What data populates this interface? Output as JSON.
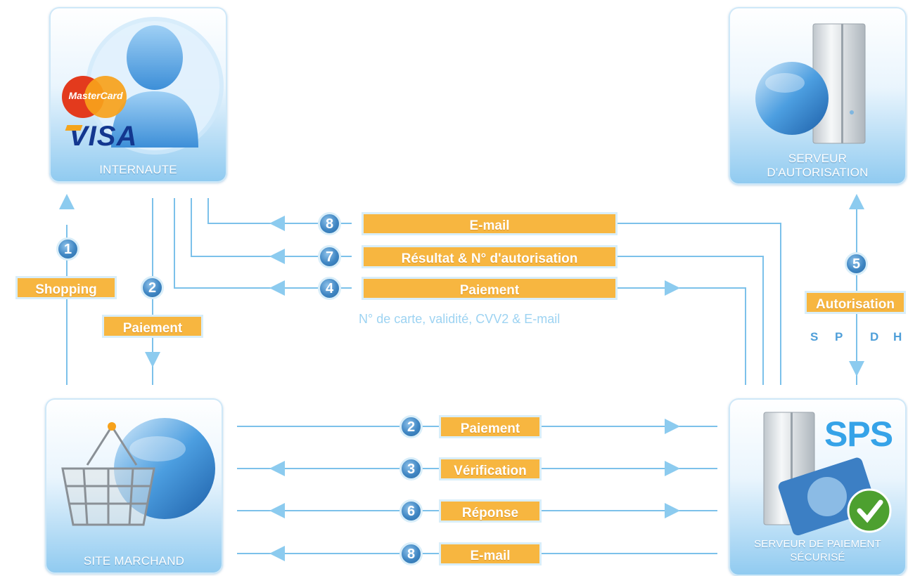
{
  "entities": {
    "internaute": "INTERNAUTE",
    "auth_line1": "SERVEUR",
    "auth_line2": "D'AUTORISATION",
    "marchand": "SITE MARCHAND",
    "sps_line1": "SERVEUR DE PAIEMENT",
    "sps_line2": "SÉCURISÉ",
    "sps_logo": "SPS"
  },
  "logos": {
    "mastercard": "MasterCard",
    "visa": "VISA"
  },
  "messages": [
    {
      "step": "8",
      "label": "E-mail"
    },
    {
      "step": "7",
      "label": "Résultat & N° d'autorisation"
    },
    {
      "step": "4",
      "label": "Paiement"
    },
    {
      "step": "1",
      "label": "Shopping"
    },
    {
      "step": "2",
      "label": "Paiement"
    },
    {
      "step": "5",
      "label": "Autorisation"
    },
    {
      "step": "2",
      "label": "Paiement"
    },
    {
      "step": "3",
      "label": "Vérification"
    },
    {
      "step": "6",
      "label": "Réponse"
    },
    {
      "step": "8",
      "label": "E-mail"
    }
  ],
  "notes": {
    "card_details": "N° de carte, validité, CVV2 & E-mail"
  },
  "sp_letters": [
    "S",
    "P",
    "D",
    "H"
  ],
  "colors": {
    "label": "#f7b640",
    "line": "#7cc1ea",
    "badge": "#3f86c3"
  }
}
